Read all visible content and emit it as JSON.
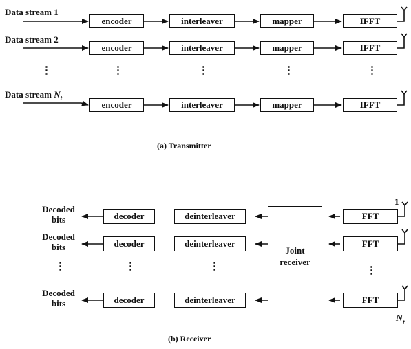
{
  "transmitter": {
    "streams": [
      "Data stream 1",
      "Data stream 2",
      "Data stream "
    ],
    "stream_n_symbol": "N",
    "stream_n_sub": "t",
    "blocks": {
      "encoder": "encoder",
      "interleaver": "interleaver",
      "mapper": "mapper",
      "ifft": "IFFT"
    },
    "caption": "(a)  Transmitter"
  },
  "receiver": {
    "output_label_line1": "Decoded",
    "output_label_line2": "bits",
    "blocks": {
      "decoder": "decoder",
      "deinterleaver": "deinterleaver",
      "fft": "FFT"
    },
    "joint_line1": "Joint",
    "joint_line2": "receiver",
    "antenna_first": "1",
    "antenna_last_symbol": "N",
    "antenna_last_sub": "r",
    "caption": "(b)  Receiver"
  },
  "ellipsis": "⋮"
}
